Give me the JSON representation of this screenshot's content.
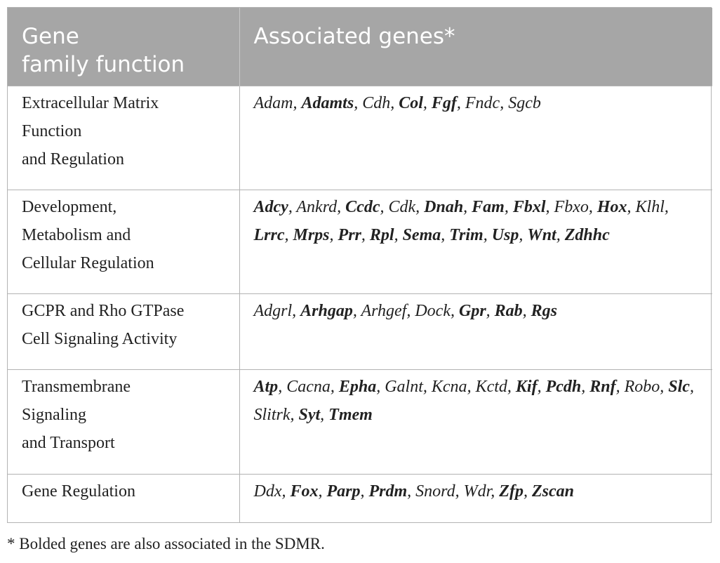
{
  "table": {
    "headers": [
      "Gene\nfamily function",
      "Associated genes*"
    ],
    "rows": [
      {
        "function_lines": [
          "Extracellular Matrix",
          "Function",
          "and Regulation"
        ],
        "genes": [
          {
            "name": "Adam",
            "bold": false
          },
          {
            "name": "Adamts",
            "bold": true
          },
          {
            "name": "Cdh",
            "bold": false
          },
          {
            "name": "Col",
            "bold": true
          },
          {
            "name": "Fgf",
            "bold": true
          },
          {
            "name": "Fndc",
            "bold": false
          },
          {
            "name": "Sgcb",
            "bold": false
          }
        ]
      },
      {
        "function_lines": [
          "Development,",
          "Metabolism and",
          "Cellular Regulation"
        ],
        "genes": [
          {
            "name": "Adcy",
            "bold": true
          },
          {
            "name": "Ankrd",
            "bold": false
          },
          {
            "name": "Ccdc",
            "bold": true
          },
          {
            "name": "Cdk",
            "bold": false
          },
          {
            "name": "Dnah",
            "bold": true
          },
          {
            "name": "Fam",
            "bold": true
          },
          {
            "name": "Fbxl",
            "bold": true
          },
          {
            "name": "Fbxo",
            "bold": false
          },
          {
            "name": "Hox",
            "bold": true
          },
          {
            "name": "Klhl",
            "bold": false
          },
          {
            "name": "Lrrc",
            "bold": true
          },
          {
            "name": "Mrps",
            "bold": true
          },
          {
            "name": "Prr",
            "bold": true
          },
          {
            "name": "Rpl",
            "bold": true
          },
          {
            "name": "Sema",
            "bold": true
          },
          {
            "name": "Trim",
            "bold": true
          },
          {
            "name": "Usp",
            "bold": true
          },
          {
            "name": "Wnt",
            "bold": true
          },
          {
            "name": "Zdhhc",
            "bold": true
          }
        ]
      },
      {
        "function_lines": [
          "GCPR and Rho GTPase",
          "Cell Signaling Activity"
        ],
        "genes": [
          {
            "name": "Adgrl",
            "bold": false
          },
          {
            "name": "Arhgap",
            "bold": true
          },
          {
            "name": "Arhgef",
            "bold": false
          },
          {
            "name": "Dock",
            "bold": false
          },
          {
            "name": "Gpr",
            "bold": true
          },
          {
            "name": "Rab",
            "bold": true
          },
          {
            "name": "Rgs",
            "bold": true
          }
        ]
      },
      {
        "function_lines": [
          "Transmembrane",
          "Signaling",
          "and Transport"
        ],
        "genes": [
          {
            "name": "Atp",
            "bold": true
          },
          {
            "name": "Cacna",
            "bold": false
          },
          {
            "name": "Epha",
            "bold": true
          },
          {
            "name": "Galnt",
            "bold": false
          },
          {
            "name": "Kcna",
            "bold": false
          },
          {
            "name": "Kctd",
            "bold": false
          },
          {
            "name": "Kif",
            "bold": true
          },
          {
            "name": "Pcdh",
            "bold": true
          },
          {
            "name": "Rnf",
            "bold": true
          },
          {
            "name": "Robo",
            "bold": false
          },
          {
            "name": "Slc",
            "bold": true
          },
          {
            "name": "Slitrk",
            "bold": false
          },
          {
            "name": "Syt",
            "bold": true
          },
          {
            "name": "Tmem",
            "bold": true
          }
        ]
      },
      {
        "function_lines": [
          "Gene Regulation"
        ],
        "genes": [
          {
            "name": "Ddx",
            "bold": false
          },
          {
            "name": "Fox",
            "bold": true
          },
          {
            "name": "Parp",
            "bold": true
          },
          {
            "name": "Prdm",
            "bold": true
          },
          {
            "name": "Snord",
            "bold": false
          },
          {
            "name": "Wdr",
            "bold": false
          },
          {
            "name": "Zfp",
            "bold": true
          },
          {
            "name": "Zscan",
            "bold": true
          }
        ]
      }
    ]
  },
  "footnote": "* Bolded genes are also associated in the SDMR.",
  "colors": {
    "header_bg": "#a6a6a6",
    "header_text": "#ffffff",
    "border": "#b3b3b3",
    "body_text": "#222222"
  }
}
